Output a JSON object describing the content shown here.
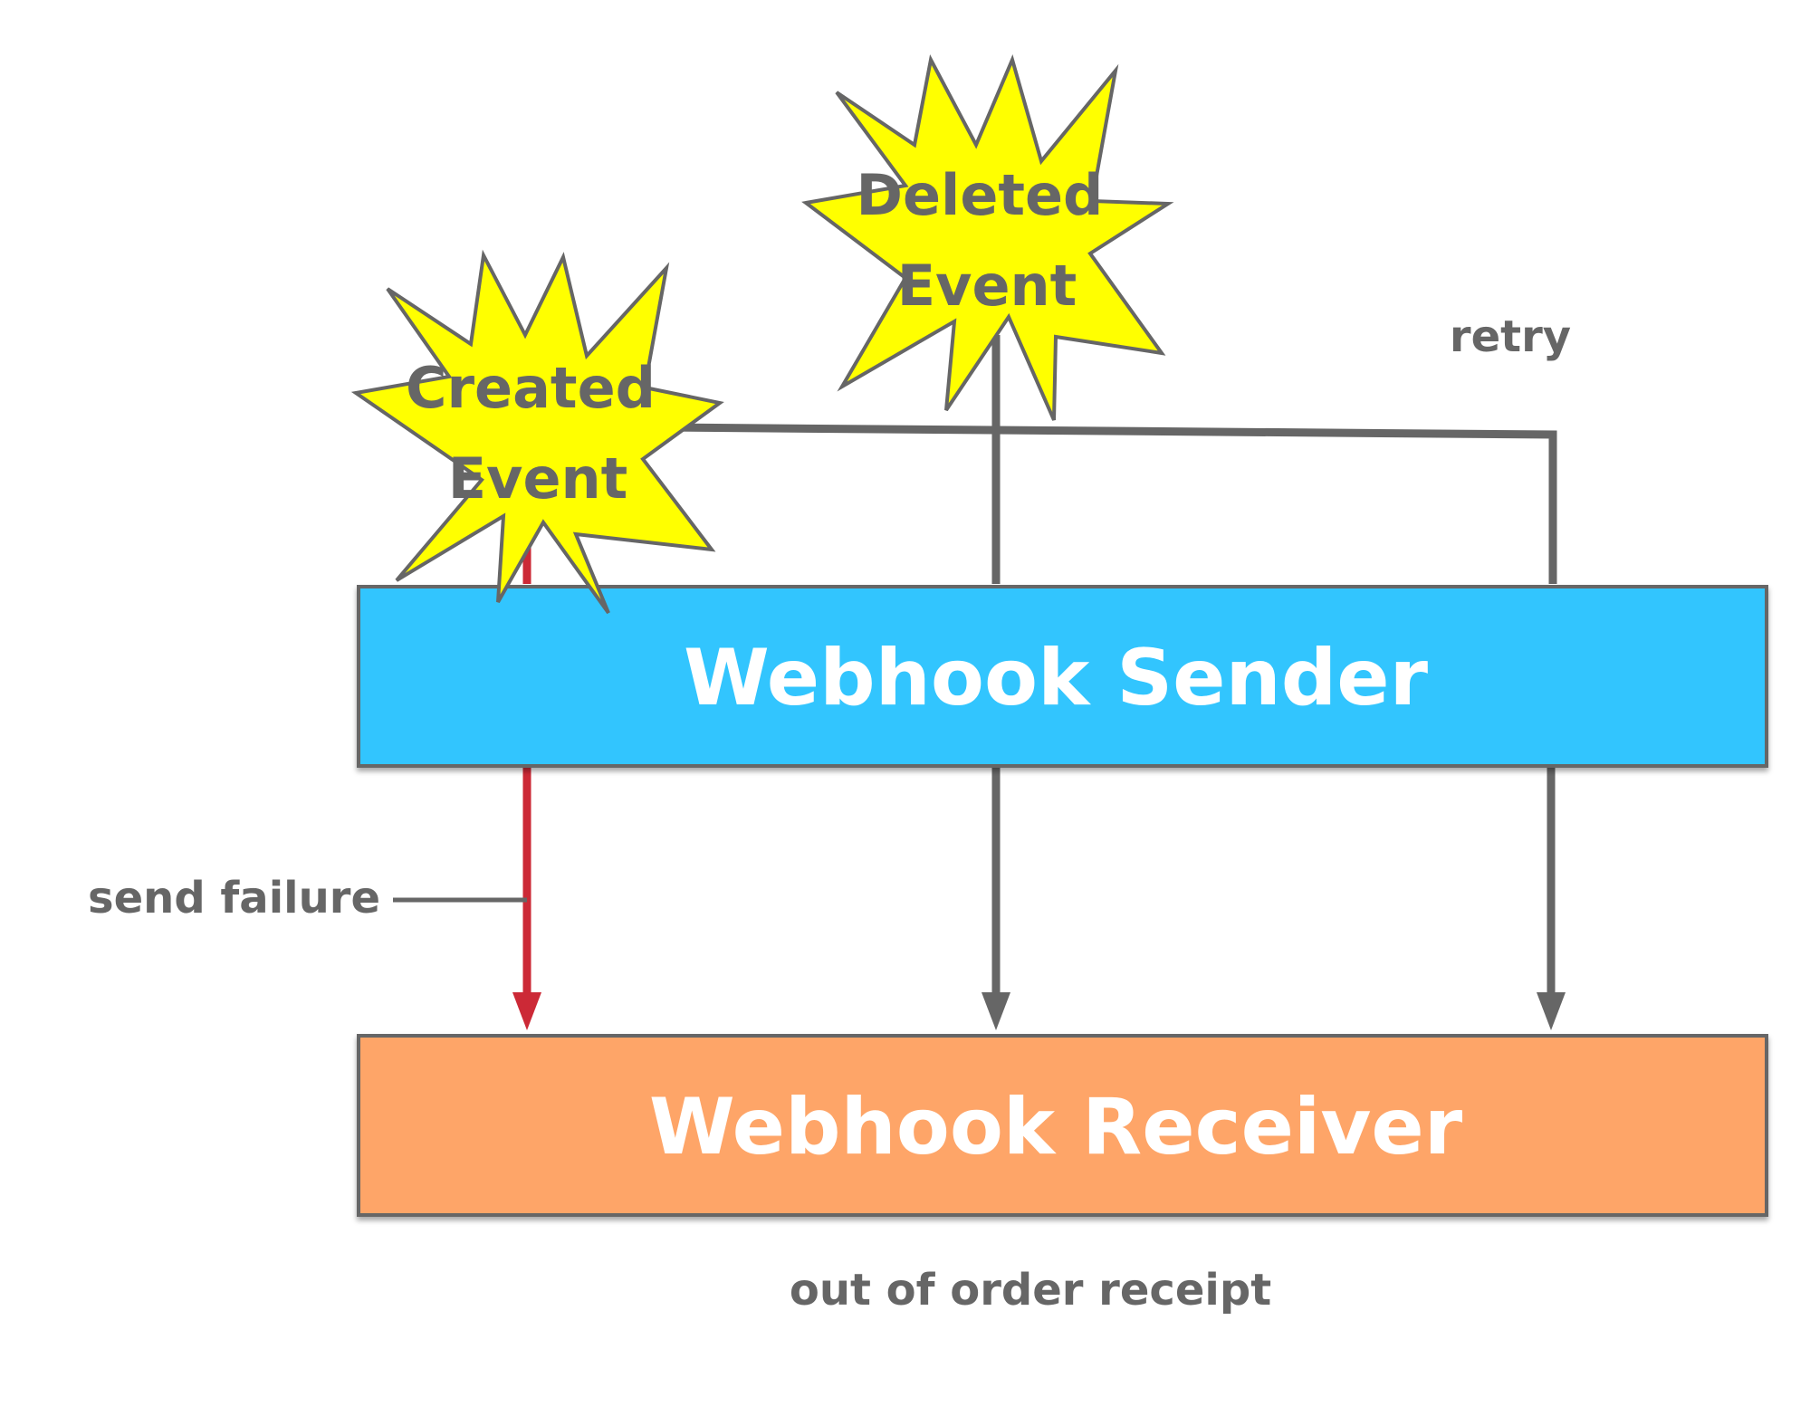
{
  "diagram": {
    "events": {
      "created": {
        "line1": "Created",
        "line2": "Event"
      },
      "deleted": {
        "line1": "Deleted",
        "line2": "Event"
      }
    },
    "boxes": {
      "sender": "Webhook Sender",
      "receiver": "Webhook Receiver"
    },
    "labels": {
      "retry": "retry",
      "send_failure": "send failure",
      "out_of_order": "out of order receipt"
    },
    "colors": {
      "star_fill": "#ffff00",
      "sender_fill": "#33c5fe",
      "receiver_fill": "#fea567",
      "connector": "#666666",
      "failure_arrow": "#cc2936"
    }
  }
}
